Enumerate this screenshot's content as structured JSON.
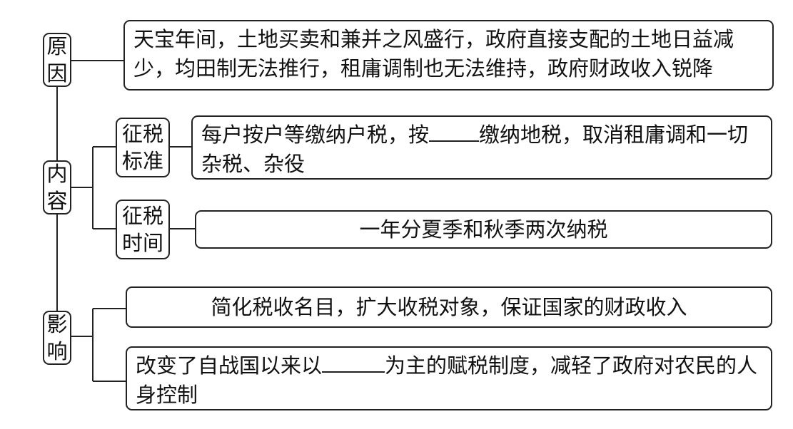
{
  "categories": {
    "cause": "原因",
    "content": "内容",
    "impact": "影响"
  },
  "sub_categories": {
    "standard": "征税标准",
    "time": "征税时间"
  },
  "texts": {
    "cause": "天宝年间，土地买卖和兼并之风盛行，政府直接支配的土地日益减少，均田制无法推行，租庸调制也无法维持，政府财政收入锐降",
    "standard_before": "每户按户等缴纳户税，按",
    "standard_after": "缴纳地税，取消租庸调和一切杂税、杂役",
    "time": "一年分夏季和秋季两次纳税",
    "impact_1": "简化税收名目，扩大收税对象，保证国家的财政收入",
    "impact_2_before": "改变了自战国以来以",
    "impact_2_after": "为主的赋税制度，减轻了政府对农民的人身控制"
  }
}
